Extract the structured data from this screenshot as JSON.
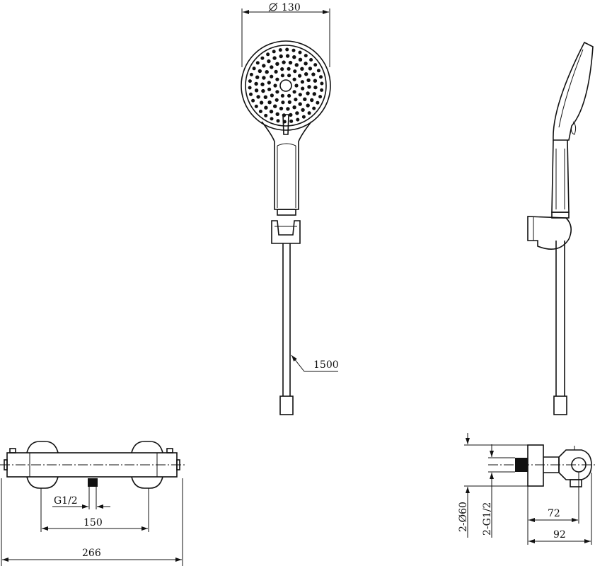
{
  "dimensions": {
    "head_diameter": "130",
    "hose_length": "1500",
    "inlet_thread": "G1/2",
    "inlet_centers": "150",
    "total_width": "266",
    "wall_inlet_diameter": "2-Ø60",
    "wall_inlet_thread": "2-G1/2",
    "depth_inlet": "72",
    "depth_total": "92"
  }
}
